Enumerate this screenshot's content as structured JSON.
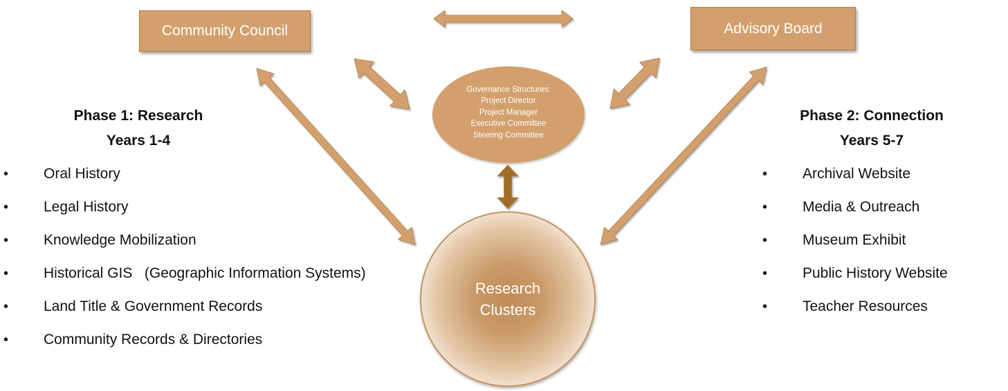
{
  "boxes": {
    "community_council": "Community Council",
    "advisory_board": "Advisory Board"
  },
  "governance": {
    "heading": "Governance Structures:",
    "items": [
      "Project Director",
      "Project Manager",
      "Executive Committee",
      "Steering Committee"
    ]
  },
  "research_clusters": {
    "line1": "Research",
    "line2": "Clusters"
  },
  "phase1": {
    "title": "Phase 1: Research",
    "years": "Years 1-4",
    "items": [
      "Oral History",
      "Legal History",
      "Knowledge Mobilization",
      "Historical GIS   (Geographic Information Systems)",
      "Land Title & Government Records",
      "Community Records & Directories"
    ]
  },
  "phase2": {
    "title": "Phase 2: Connection",
    "years": "Years 5-7",
    "items": [
      "Archival Website",
      "Media & Outreach",
      "Museum Exhibit",
      "Public History Website",
      "Teacher Resources"
    ]
  },
  "bullet": "•",
  "colors": {
    "box_fill": "#d3a06d",
    "arrow_fill": "#d3a06d",
    "arrow_dark": "#a26d28",
    "text": "#111111"
  }
}
